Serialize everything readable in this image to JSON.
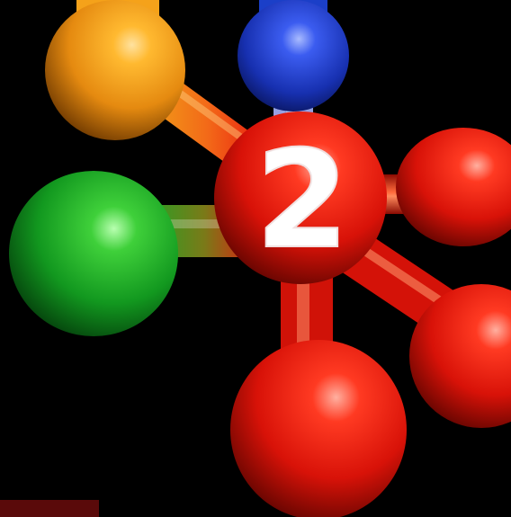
{
  "center_label": "2",
  "colors": {
    "background": "#000000",
    "orange": "#F5A21A",
    "blue": "#1B3FC8",
    "green": "#17A827",
    "red": "#E8160F",
    "label": "#FFFFFF"
  },
  "atoms": [
    {
      "name": "atom-orange",
      "color": "orange"
    },
    {
      "name": "atom-blue",
      "color": "blue"
    },
    {
      "name": "atom-green",
      "color": "green"
    },
    {
      "name": "atom-red-center",
      "color": "red"
    },
    {
      "name": "atom-red-right",
      "color": "red"
    },
    {
      "name": "atom-red-lower-right",
      "color": "red"
    },
    {
      "name": "atom-red-bottom",
      "color": "red"
    }
  ]
}
